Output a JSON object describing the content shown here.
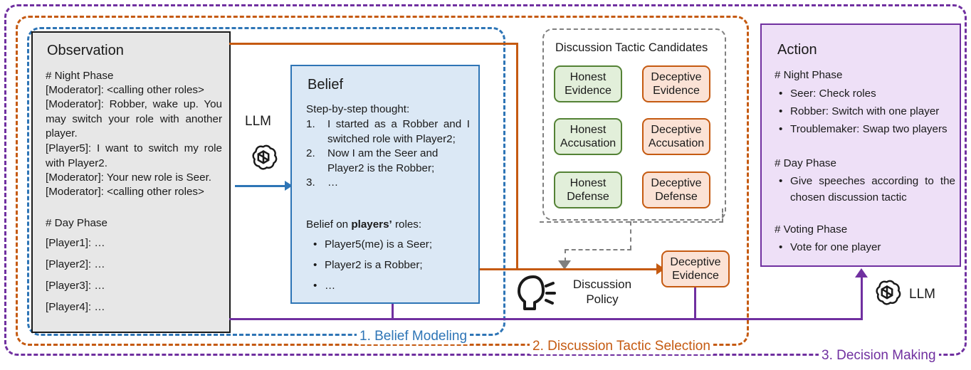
{
  "stages": {
    "belief_modeling": {
      "label": "1. Belief Modeling",
      "color": "#2e75b6"
    },
    "tactic_selection": {
      "label": "2. Discussion Tactic Selection",
      "color": "#c55a11"
    },
    "decision_making": {
      "label": "3. Decision Making",
      "color": "#7030a0"
    }
  },
  "observation": {
    "title": "Observation",
    "night_header": "# Night Phase",
    "night_lines": [
      "[Moderator]: <calling other roles>",
      "[Moderator]: Robber, wake up. You may switch your role with another player.",
      "[Player5]: I want to switch my role with Player2.",
      "[Moderator]: Your new role is Seer.",
      "[Moderator]: <calling other roles>"
    ],
    "day_header": "# Day Phase",
    "day_lines": [
      "[Player1]: …",
      "[Player2]: …",
      "[Player3]: …",
      "[Player4]: …"
    ]
  },
  "llm_left": {
    "label": "LLM",
    "icon": "openai-logo-icon"
  },
  "llm_right": {
    "label": "LLM",
    "icon": "openai-logo-icon"
  },
  "belief": {
    "title": "Belief",
    "thought_header": "Step-by-step thought:",
    "thought_steps": [
      "I started as a Robber and I switched role with Player2;",
      "Now I am the Seer and Player2 is the Robber;",
      "…"
    ],
    "roles_header_pre": "Belief on ",
    "roles_header_bold": "players’",
    "roles_header_post": " roles:",
    "roles_items": [
      "Player5(me) is a Seer;",
      "Player2 is a Robber;",
      "…"
    ]
  },
  "tactics": {
    "title": "Discussion Tactic Candidates",
    "honest": [
      {
        "line1": "Honest",
        "line2": "Evidence"
      },
      {
        "line1": "Honest",
        "line2": "Accusation"
      },
      {
        "line1": "Honest",
        "line2": "Defense"
      }
    ],
    "deceptive": [
      {
        "line1": "Deceptive",
        "line2": "Evidence"
      },
      {
        "line1": "Deceptive",
        "line2": "Accusation"
      },
      {
        "line1": "Deceptive",
        "line2": "Defense"
      }
    ]
  },
  "discussion_policy": {
    "line1": "Discussion",
    "line2": "Policy",
    "icon": "speaking-head-icon"
  },
  "selected_tactic": {
    "line1": "Deceptive",
    "line2": "Evidence"
  },
  "action": {
    "title": "Action",
    "night_header": "# Night Phase",
    "night_items": [
      "Seer: Check roles",
      "Robber: Switch with one player",
      "Troublemaker: Swap two players"
    ],
    "day_header": "# Day Phase",
    "day_items": [
      "Give speeches according to the chosen discussion tactic"
    ],
    "voting_header": "# Voting Phase",
    "voting_items": [
      "Vote for one player"
    ]
  },
  "colors": {
    "blue": "#2e75b6",
    "orange": "#c55a11",
    "purple": "#7030a0",
    "green": "#548235",
    "gray": "#7f7f7f",
    "obs_fill": "#e7e7e7",
    "belief_fill": "#dbe8f5",
    "action_fill": "#eee0f7",
    "chip_green_fill": "#e2efda",
    "chip_orange_fill": "#fbe2d5"
  }
}
